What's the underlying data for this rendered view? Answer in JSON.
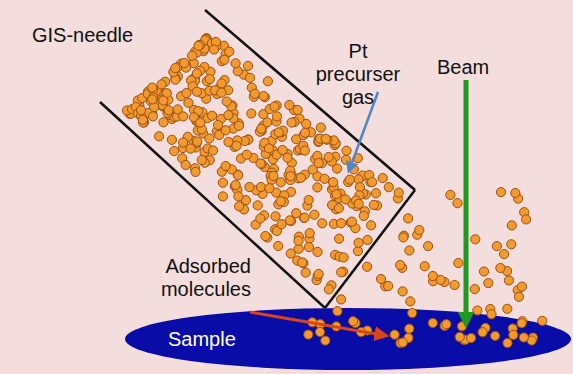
{
  "diagram": {
    "nodes": [
      {
        "text": [
          "Sample"
        ]
      }
    ],
    "labels": [
      "GIS-needle",
      "Pt precurser gas",
      "Beam",
      "Adsorbed molecules"
    ]
  }
}
